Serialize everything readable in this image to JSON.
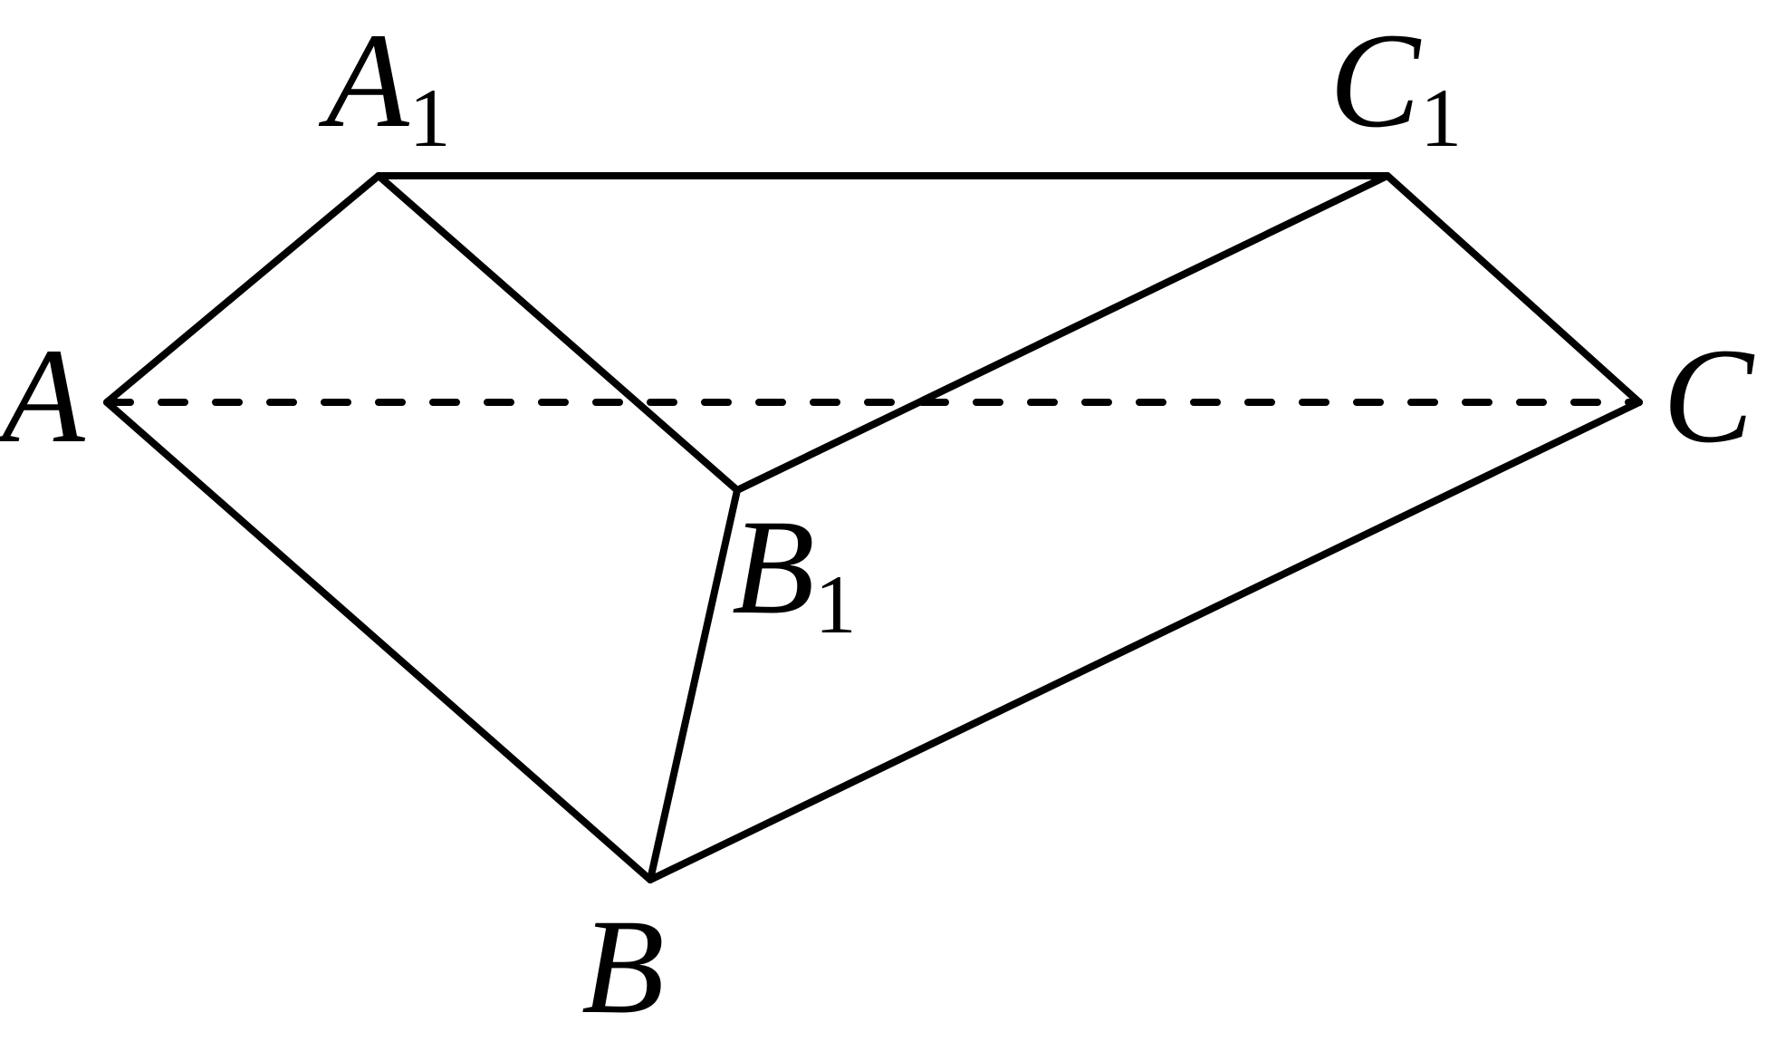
{
  "diagram": {
    "colors": {
      "line": "#000000",
      "background": "#ffffff"
    },
    "labels": {
      "A": {
        "letter": "A",
        "sub": ""
      },
      "A1": {
        "letter": "A",
        "sub": "1"
      },
      "B": {
        "letter": "B",
        "sub": ""
      },
      "B1": {
        "letter": "B",
        "sub": "1"
      },
      "C": {
        "letter": "C",
        "sub": ""
      },
      "C1": {
        "letter": "C",
        "sub": "1"
      }
    }
  }
}
